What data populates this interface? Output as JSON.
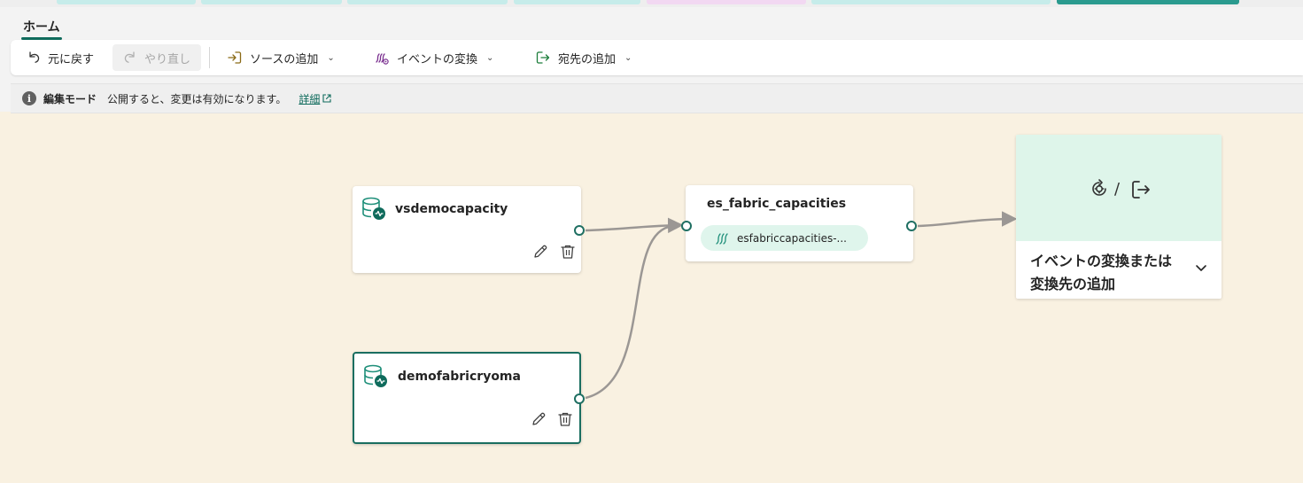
{
  "tabs": {
    "home": "ホーム"
  },
  "toolbar": {
    "undo": "元に戻す",
    "redo": "やり直し",
    "add_source": "ソースの追加",
    "transform_events": "イベントの変換",
    "add_destination": "宛先の追加"
  },
  "infobar": {
    "title": "編集モード",
    "message": "公開すると、変更は有効になります。",
    "link": "詳細"
  },
  "nodes": {
    "source1": {
      "name": "vsdemocapacity"
    },
    "source2": {
      "name": "demofabricryoma"
    },
    "stream": {
      "name": "es_fabric_capacities",
      "pill": "esfabriccapacities-..."
    },
    "destination": {
      "separator": "/",
      "label": "イベントの変換または 変換先の追加"
    }
  },
  "colors": {
    "accent": "#0f6b5c",
    "canvas": "#f9f1e1",
    "dest_header": "#def5ea",
    "edge": "#9b9794"
  },
  "icons": {
    "undo": "undo-icon",
    "redo": "redo-icon",
    "add_source": "sign-in-icon",
    "transform": "sparkle-wave-icon",
    "add_destination": "sign-out-icon",
    "source": "database-pulse-icon",
    "stream": "stream-icon",
    "transform_gear": "gear-refresh-icon"
  }
}
